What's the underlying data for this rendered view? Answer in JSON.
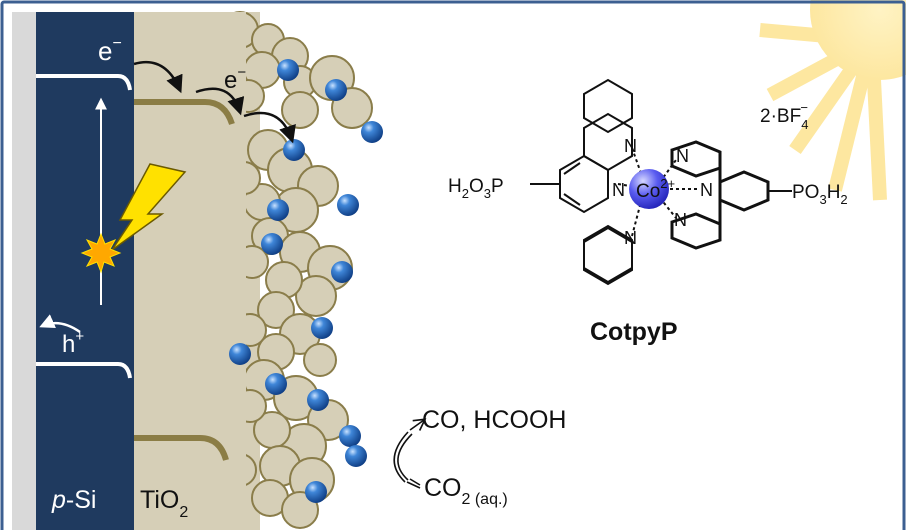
{
  "energy_diagram": {
    "electron_top": "e",
    "electron_top_sup": "−",
    "electron_mid": "e",
    "electron_mid_sup": "−",
    "hole": "h",
    "hole_sup": "+",
    "silicon_italic": "p",
    "silicon_rest": "-Si",
    "tio2_main": "TiO",
    "tio2_sub": "2"
  },
  "molecule": {
    "name": "CotpyP",
    "left_group_main": "H",
    "left_group_sub1": "2",
    "left_group_mid": "O",
    "left_group_sub2": "3",
    "left_group_end": "P",
    "right_group_main": "PO",
    "right_group_sub1": "3",
    "right_group_mid": "H",
    "right_group_sub2": "2",
    "metal": "Co",
    "metal_charge": "2+",
    "nitrogen": "N",
    "counterion_coef": "2·BF",
    "counterion_sub": "4",
    "counterion_sup": "−"
  },
  "reaction": {
    "product_text": "CO, HCOOH",
    "reactant_main": "CO",
    "reactant_sub": "2 (aq.)"
  },
  "colors": {
    "frame_blue": "#3c5f91",
    "silicon_navy": "#1f3a5f",
    "tio2_beige": "#d6cfb7",
    "tio2_outline": "#8a7d4a",
    "band_olive": "#8b7d45",
    "catalyst_blue": "#1d5fb8",
    "cobalt_blue": "#3a3ce8",
    "sun_yellow": "#fde9a0",
    "bolt_yellow": "#ffe100"
  }
}
